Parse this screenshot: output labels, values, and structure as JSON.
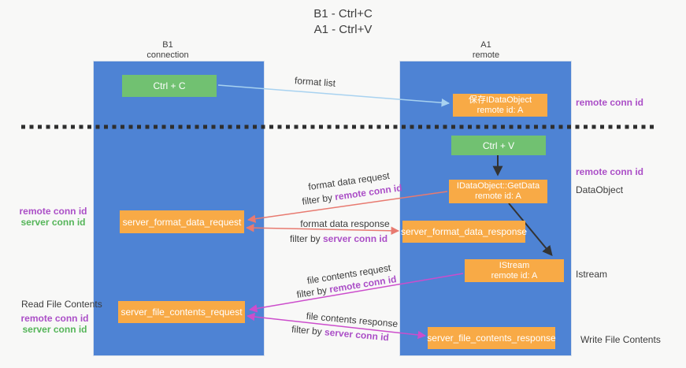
{
  "title": {
    "line1": "B1 - Ctrl+C",
    "line2": "A1 - Ctrl+V"
  },
  "lifelines": {
    "b1": {
      "name": "B1",
      "role": "connection"
    },
    "a1": {
      "name": "A1",
      "role": "remote"
    }
  },
  "nodes": {
    "ctrl_c": {
      "label": "Ctrl + C"
    },
    "ctrl_v": {
      "label": "Ctrl + V"
    },
    "save_dataobject": {
      "line1": "保存IDataObject",
      "line2": "remote id: A"
    },
    "getdata": {
      "line1": "IDataObject::GetData",
      "line2": "remote id: A"
    },
    "istream": {
      "line1": "IStream",
      "line2": "remote id: A"
    },
    "format_request": {
      "label": "server_format_data_request"
    },
    "format_response": {
      "label": "server_format_data_response"
    },
    "file_request": {
      "label": "server_file_contents_request"
    },
    "file_response": {
      "label": "server_file_contents_response"
    }
  },
  "edges": {
    "format_list": {
      "label": "format list"
    },
    "format_data_request": {
      "label": "format data request",
      "filter_prefix": "filter by",
      "filter_id": "remote conn id"
    },
    "format_data_response": {
      "label": "format data response",
      "filter_prefix": "filter by",
      "filter_id": "server conn id"
    },
    "file_contents_request": {
      "label": "file contents request",
      "filter_prefix": "filter by",
      "filter_id": "remote conn id"
    },
    "file_contents_response": {
      "label": "file contents response",
      "filter_prefix": "filter by",
      "filter_id": "server conn id"
    }
  },
  "annotations": {
    "right": [
      {
        "text": "remote conn id"
      },
      {
        "text": "remote conn id"
      },
      {
        "text": "DataObject"
      },
      {
        "text": "Istream"
      },
      {
        "text": "Write File Contents"
      }
    ],
    "left": [
      {
        "text": "remote conn id"
      },
      {
        "text": "server conn id"
      },
      {
        "text": "Read File Contents"
      },
      {
        "text": "remote conn id"
      },
      {
        "text": "server conn id"
      }
    ]
  },
  "colors": {
    "column_blue": "#4e83d4",
    "box_orange": "#f8aa46",
    "box_green": "#71c171",
    "arrow_light_blue": "#a8d2f0",
    "arrow_red": "#e87a70",
    "arrow_magenta": "#cc4dcc",
    "arrow_black": "#333333",
    "text_purple": "#ab4fc7",
    "text_green": "#55b559",
    "text_dark": "#3c3c3c",
    "background": "#f8f8f7",
    "dashed_line": "#2e2e2e"
  }
}
